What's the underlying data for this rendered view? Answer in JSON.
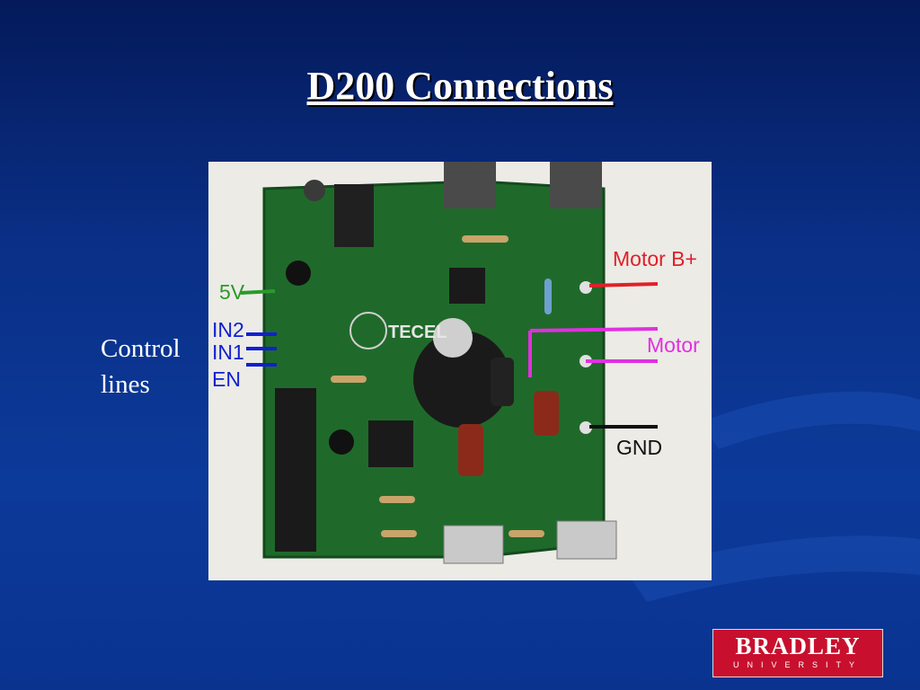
{
  "slide": {
    "title": "D200 Connections",
    "side_label": "Control\nlines"
  },
  "figure": {
    "labels": {
      "fivev": "5V",
      "in2": "IN2",
      "in1": "IN1",
      "en": "EN",
      "motor_b_plus": "Motor B+",
      "motor": "Motor",
      "gnd": "GND"
    },
    "board_text": "TECEL",
    "colors": {
      "motor_b_plus": "#e0202a",
      "motor": "#e030e0",
      "gnd": "#101010",
      "control": "#1020d0",
      "fivev": "#2a9a2a"
    }
  },
  "logo": {
    "name": "BRADLEY",
    "subtitle": "UNIVERSITY"
  }
}
